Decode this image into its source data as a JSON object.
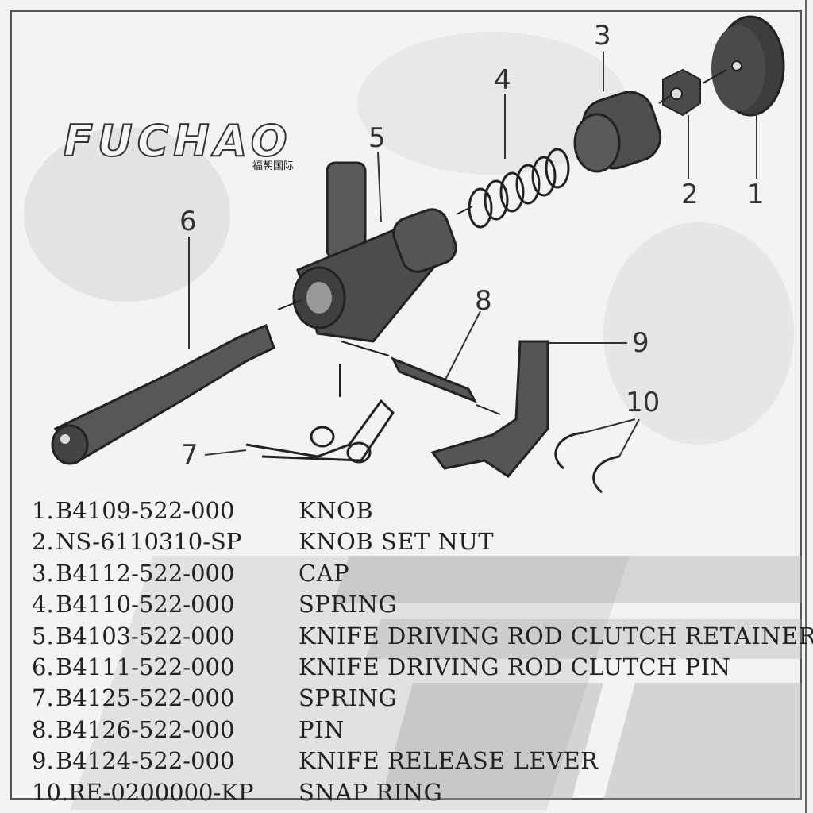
{
  "logo": {
    "wordmark": "FUCHAO",
    "subtitle": "福朝国际"
  },
  "callouts": [
    "1",
    "2",
    "3",
    "4",
    "5",
    "6",
    "7",
    "8",
    "9",
    "10"
  ],
  "parts": [
    {
      "num": "1.",
      "code": "B4109-522-000",
      "desc": "KNOB"
    },
    {
      "num": "2.",
      "code": "NS-6110310-SP",
      "desc": "KNOB SET NUT"
    },
    {
      "num": "3.",
      "code": "B4112-522-000",
      "desc": "CAP"
    },
    {
      "num": "4.",
      "code": "B4110-522-000",
      "desc": "SPRING"
    },
    {
      "num": "5.",
      "code": "B4103-522-000",
      "desc": "KNIFE DRIVING ROD CLUTCH RETAINER"
    },
    {
      "num": "6.",
      "code": "B4111-522-000",
      "desc": "KNIFE DRIVING ROD CLUTCH PIN"
    },
    {
      "num": "7.",
      "code": "B4125-522-000",
      "desc": "SPRING"
    },
    {
      "num": "8.",
      "code": "B4126-522-000",
      "desc": "PIN"
    },
    {
      "num": "9.",
      "code": "B4124-522-000",
      "desc": "KNIFE RELEASE LEVER"
    },
    {
      "num": "10.",
      "code": "RE-0200000-KP",
      "desc": "SNAP RING"
    }
  ]
}
